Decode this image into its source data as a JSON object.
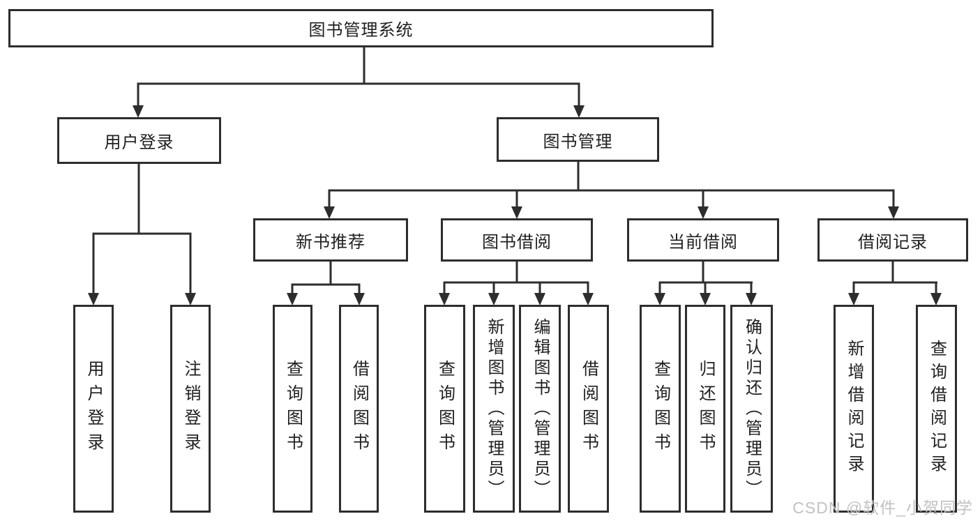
{
  "diagram": {
    "title": "图书管理系统",
    "branches": [
      {
        "label": "用户登录",
        "children": [
          {
            "label": "用户登录"
          },
          {
            "label": "注销登录"
          }
        ]
      },
      {
        "label": "图书管理",
        "children": [
          {
            "label": "新书推荐",
            "children": [
              {
                "label": "查询图书"
              },
              {
                "label": "借阅图书"
              }
            ]
          },
          {
            "label": "图书借阅",
            "children": [
              {
                "label": "查询图书"
              },
              {
                "label": "新增图书（管理员）"
              },
              {
                "label": "编辑图书（管理员）"
              },
              {
                "label": "借阅图书"
              }
            ]
          },
          {
            "label": "当前借阅",
            "children": [
              {
                "label": "查询图书"
              },
              {
                "label": "归还图书"
              },
              {
                "label": "确认归还（管理员）"
              }
            ]
          },
          {
            "label": "借阅记录",
            "children": [
              {
                "label": "新增借阅记录"
              },
              {
                "label": "查询借阅记录"
              }
            ]
          }
        ]
      }
    ]
  },
  "watermark": {
    "text": "CSDN @软件_小贺同学"
  },
  "colors": {
    "line": "#2d2d2d",
    "text": "#1f1f1f",
    "background": "#ffffff",
    "watermark": "#c2c2c2"
  }
}
